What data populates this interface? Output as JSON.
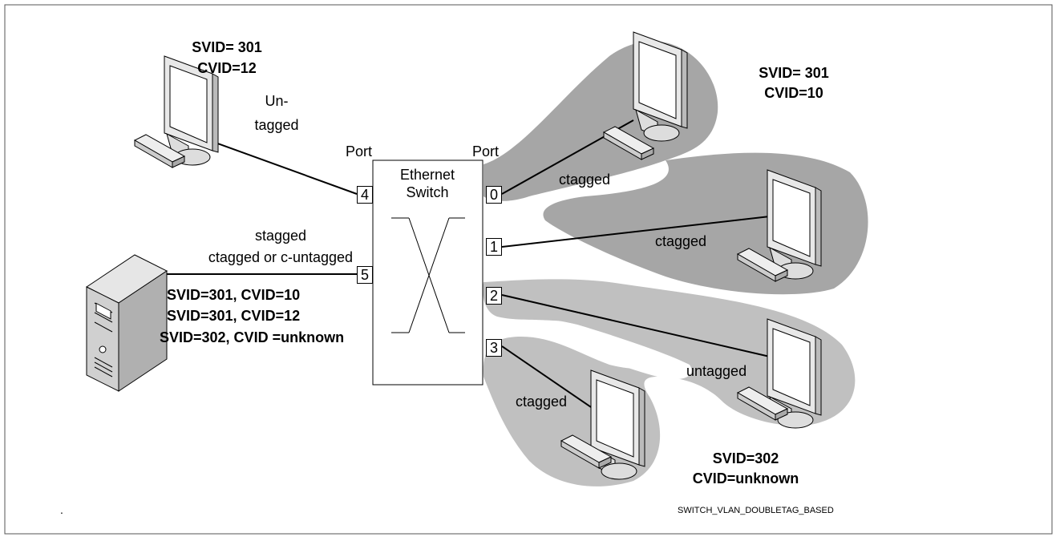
{
  "switch": {
    "line1": "Ethernet",
    "line2": "Switch",
    "port_header_left": "Port",
    "port_header_right": "Port",
    "ports": [
      "0",
      "1",
      "2",
      "3",
      "4",
      "5"
    ]
  },
  "links": {
    "port4_line1": "Un-",
    "port4_line2": "tagged",
    "port5_line1": "stagged",
    "port5_line2": "ctagged or c-untagged",
    "port0": "ctagged",
    "port1": "ctagged",
    "port2": "untagged",
    "port3": "ctagged"
  },
  "groups": {
    "top_left_svid": "SVID= 301",
    "top_left_cvid": "CVID=12",
    "top_right_svid": "SVID= 301",
    "top_right_cvid": "CVID=10",
    "bottom_svid": "SVID=302",
    "bottom_cvid": "CVID=unknown"
  },
  "server_vlans": [
    "SVID=301, CVID=10",
    "SVID=301, CVID=12",
    "SVID=302, CVID =unknown"
  ],
  "footer": {
    "dot": ".",
    "caption": "SWITCH_VLAN_DOUBLETAG_BASED"
  },
  "colors": {
    "group_fill": "#a6a6a6",
    "group_fill_light": "#c0c0c0",
    "monitor_frame": "#e8e8e8",
    "screen": "#ffffff"
  },
  "icons": [
    "monitor-icon",
    "keyboard-icon",
    "server-tower-icon"
  ]
}
